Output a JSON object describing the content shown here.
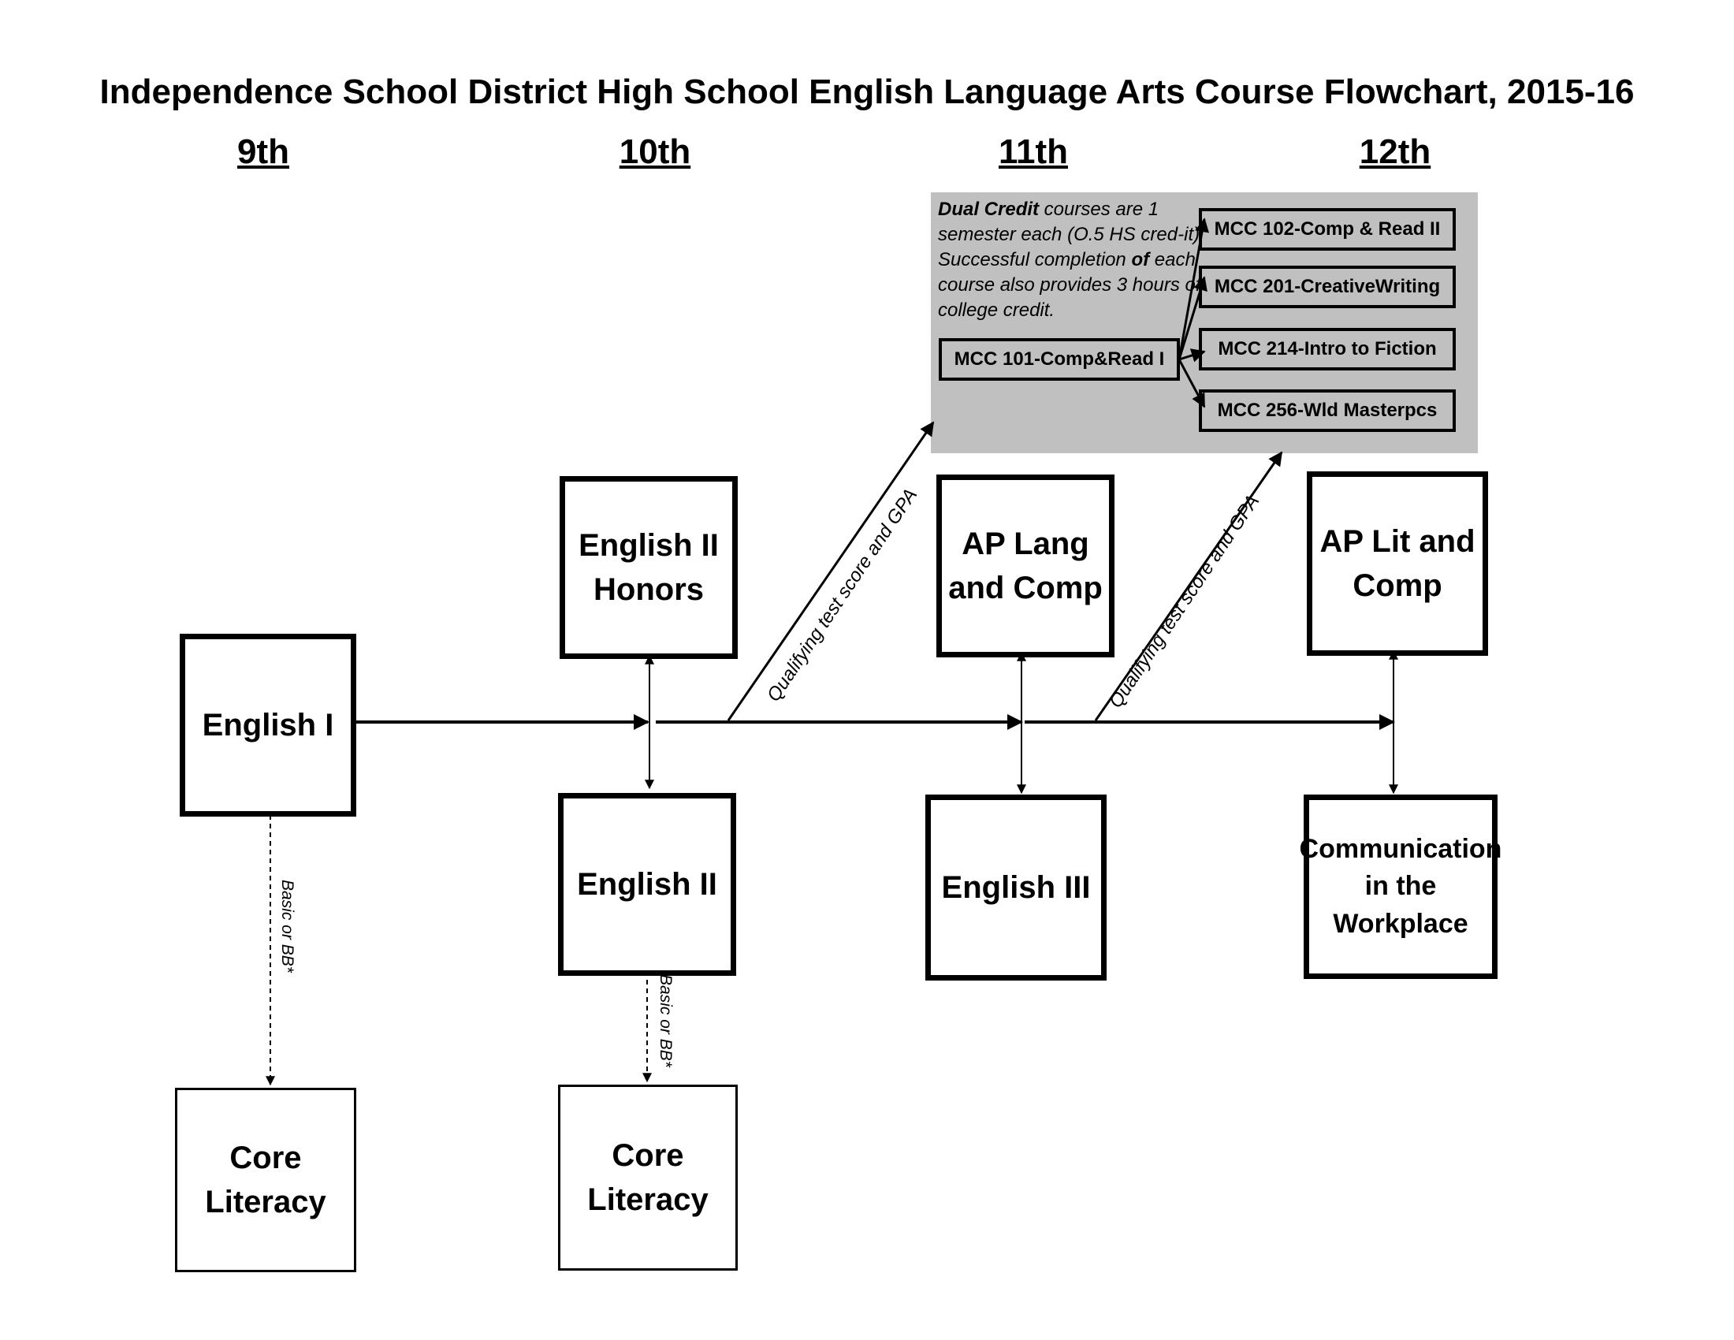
{
  "title": "Independence School District High School English Language Arts Course Flowchart, 2015-16",
  "grades": [
    "9th",
    "10th",
    "11th",
    "12th"
  ],
  "courses": {
    "english_1": "English I",
    "english_2_honors": "English II Honors",
    "english_2": "English II",
    "ap_lang": "AP Lang and Comp",
    "english_3": "English III",
    "ap_lit": "AP Lit and Comp",
    "communication": "Communication in the Workplace",
    "core_literacy_9": "Core Literacy",
    "core_literacy_10": "Core Literacy"
  },
  "dual_credit": {
    "note_bold": "Dual Credit",
    "note_part1": " courses are 1 semester each (O.5 HS cred-it).  Successful completion ",
    "note_bold2": "of",
    "note_part2": " each course also provides 3 hours of college credit.",
    "mcc_101": "MCC 101-Comp&Read I",
    "mcc_102": "MCC 102-Comp & Read II",
    "mcc_201": "MCC 201-CreativeWriting",
    "mcc_214": "MCC 214-Intro to Fiction",
    "mcc_256": "MCC 256-Wld Masterpcs"
  },
  "labels": {
    "qualifying_1": "Qualifying test score and GPA",
    "qualifying_2": "Qualifying test score and GPA",
    "basic_1": "Basic or BB*",
    "basic_2": "Basic or BB*"
  }
}
